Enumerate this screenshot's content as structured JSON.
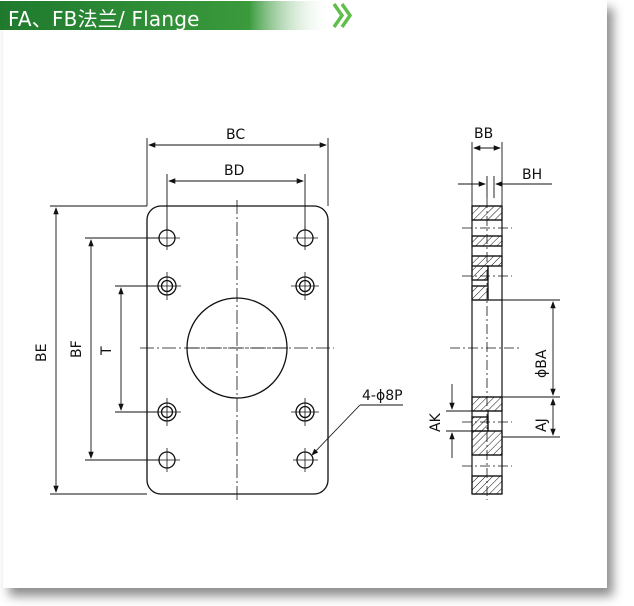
{
  "title": "FA、FB法兰/ Flange",
  "colors": {
    "title_bar": "#2f8f3a",
    "title_bar_light": "#5fbf4a",
    "chevron": "#5fbf4a",
    "line": "#111111"
  },
  "labels": {
    "bc": "BC",
    "bd": "BD",
    "be": "BE",
    "bf": "BF",
    "t": "T",
    "holes": "4-ϕ8P",
    "bb": "BB",
    "bh": "BH",
    "ba": "ϕBA",
    "ak": "AK",
    "aj": "AJ"
  }
}
